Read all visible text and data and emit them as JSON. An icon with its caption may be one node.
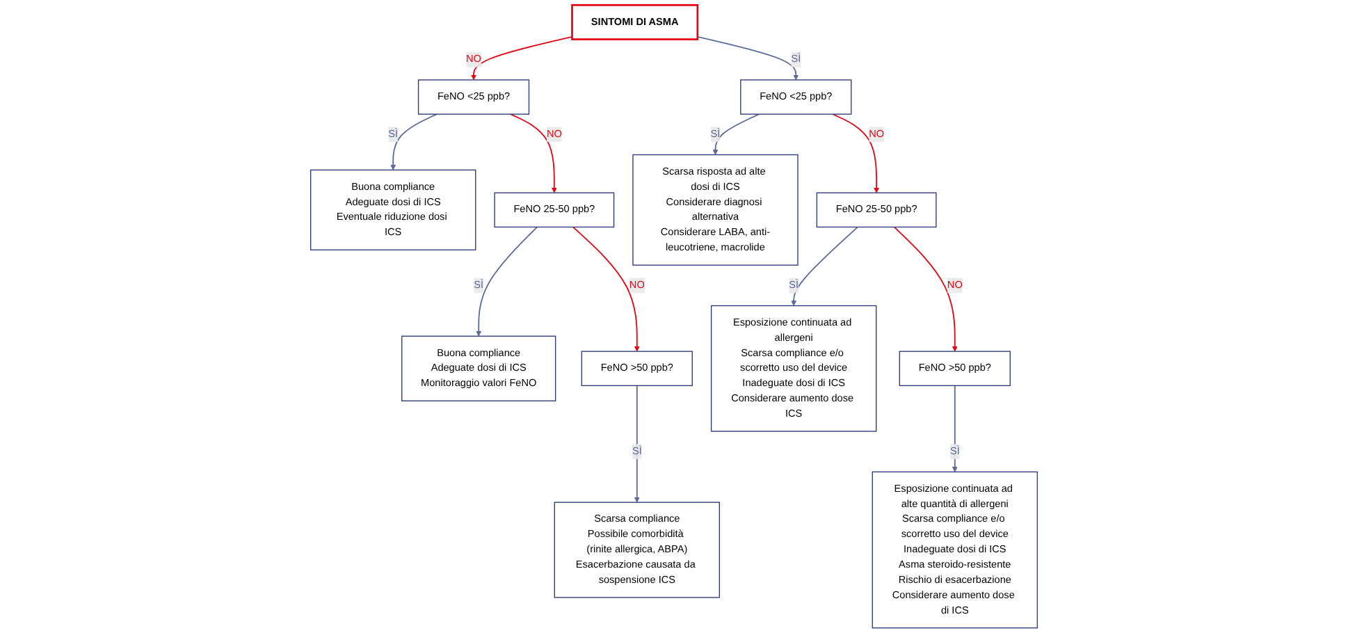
{
  "diagram": {
    "nodes": [
      {
        "text": [
          "SINTOMI DI ASMA"
        ]
      },
      {
        "text": [
          "FeNO <25 ppb?"
        ]
      },
      {
        "text": [
          "Buona compliance",
          "Adeguate dosi di ICS",
          "Eventuale riduzione dosi ICS"
        ]
      },
      {
        "text": [
          "FeNO 25-50 ppb?"
        ]
      },
      {
        "text": [
          "Buona compliance",
          "Adeguate dosi di ICS",
          "Monitoraggio valori FeNO"
        ]
      },
      {
        "text": [
          "FeNO >50 ppb?"
        ]
      },
      {
        "text": [
          "Scarsa compliance",
          "Possibile comorbidità (rinite allergica, ABPA)",
          "Esacerbazione causata da sospensione ICS"
        ]
      },
      {
        "text": [
          "FeNO <25 ppb?"
        ]
      },
      {
        "text": [
          "Scarsa risposta ad alte dosi di ICS",
          "Considerare diagnosi alternativa",
          "Considerare LABA, anti-leucotriene, macrolide"
        ]
      },
      {
        "text": [
          "FeNO 25-50 ppb?"
        ]
      },
      {
        "text": [
          "Esposizione continuata ad allergeni",
          "Scarsa compliance e/o scorretto uso del device",
          "Inadeguate dosi di ICS",
          "Considerare aumento dose ICS"
        ]
      },
      {
        "text": [
          "FeNO >50 ppb?"
        ]
      },
      {
        "text": [
          "Esposizione continuata ad alte quantità di allergeni",
          "Scarsa compliance e/o scorretto uso del device",
          "Inadeguate dosi di ICS",
          "Asma steroido-resistente",
          "Rischio di esacerbazione",
          "Considerare aumento dose di ICS"
        ]
      }
    ],
    "edges": [
      {
        "from": 0,
        "to": 1,
        "arrow": "to",
        "label": "NO",
        "color": "#e30613"
      },
      {
        "from": 1,
        "to": 2,
        "arrow": "to",
        "label": "SÌ"
      },
      {
        "from": 1,
        "to": 3,
        "arrow": "to",
        "label": "NO",
        "color": "#e30613"
      },
      {
        "from": 3,
        "to": 4,
        "arrow": "to",
        "label": "SÌ"
      },
      {
        "from": 3,
        "to": 5,
        "arrow": "to",
        "label": "NO",
        "color": "#e30613"
      },
      {
        "from": 5,
        "to": 6,
        "arrow": "to",
        "label": "SÌ"
      },
      {
        "from": 0,
        "to": 7,
        "arrow": "to",
        "label": "SÌ"
      },
      {
        "from": 7,
        "to": 8,
        "arrow": "to",
        "label": "SÌ"
      },
      {
        "from": 7,
        "to": 9,
        "arrow": "to",
        "label": "NO",
        "color": "#e30613"
      },
      {
        "from": 9,
        "to": 10,
        "arrow": "to",
        "label": "SÌ"
      },
      {
        "from": 9,
        "to": 11,
        "arrow": "to",
        "label": "NO",
        "color": "#e30613"
      },
      {
        "from": 11,
        "to": 12,
        "arrow": "to",
        "label": "SÌ"
      }
    ]
  }
}
